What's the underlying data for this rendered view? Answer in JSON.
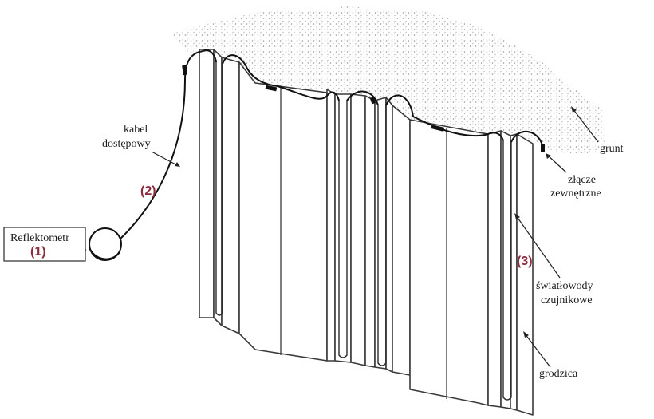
{
  "labels": {
    "reflectometer": "Reflektometr",
    "reflectometer_num": "(1)",
    "cable_line1": "kabel",
    "cable_line2": "dostępowy",
    "cable_num": "(2)",
    "soil": "grunt",
    "connector_line1": "złącze",
    "connector_line2": "zewnętrzne",
    "fibers_num": "(3)",
    "fibers_line1": "światłowody",
    "fibers_line2": "czujnikowe",
    "sheet_pile": "grodzica"
  },
  "colors": {
    "number_accent": "#8b2b3e",
    "soil_dots": "#9a9a9a",
    "outline": "#3a3a3a"
  }
}
